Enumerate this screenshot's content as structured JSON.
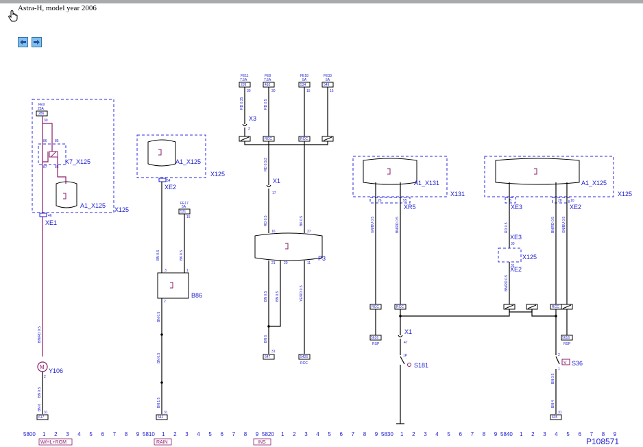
{
  "header": {
    "title": "Astra-H, model year 2006"
  },
  "icons": {
    "hand": "hand-cursor-icon",
    "back": "arrow-left-icon",
    "forward": "arrow-right-icon"
  },
  "diagram_id": "P108571",
  "colors": {
    "wire": "#000000",
    "label": "#1a1ad0",
    "harness": "#2a2ae0",
    "highlight": "#8a1a6a"
  },
  "fuses": [
    {
      "name": "FE9",
      "rating": "25A",
      "code": "286",
      "pin": "30"
    },
    {
      "name": "FE11",
      "rating": "7.5A",
      "code": "209",
      "pin": "30"
    },
    {
      "name": "FE8",
      "rating": "7.5A",
      "code": "410",
      "pin": "30"
    },
    {
      "name": "FE18",
      "rating": "5A",
      "code": "534",
      "pin": "15"
    },
    {
      "name": "FE33",
      "rating": "5A",
      "code": "549",
      "pin": "15"
    },
    {
      "name": "FE17",
      "rating": "5A",
      "code": "531",
      "pin": "15"
    }
  ],
  "components": {
    "k7": "K7_X125",
    "a1_x125": "A1_X125",
    "a1_x131": "A1_X131",
    "x125": "X125",
    "x131": "X131",
    "x3": "X3",
    "x1": "X1",
    "xe1": "XE1",
    "xe2": "XE2",
    "xe3": "XE3",
    "xr5": "XR5",
    "p3": "P3",
    "b86": "B86",
    "y106": "Y106",
    "s181": "S181",
    "s36": "S36"
  },
  "symbols": {
    "motor": "M",
    "valve": "V"
  },
  "grounds": [
    "617",
    "641",
    "647",
    "5426",
    "635"
  ],
  "ground_sub": {
    "s626": "RCC",
    "s616a": "RSP",
    "s616b": "RSP"
  },
  "splices": {
    "s616a": "5616",
    "s616b": "5616"
  },
  "connector_labels": {
    "rcc": "RCC"
  },
  "wire_labels": {
    "w1": "BN/RD 0.5",
    "w2": "BN 0.5",
    "w3": "BN 6",
    "w4": "BN 0.5",
    "w5": "BN 1.5",
    "w6": "RD 0.5",
    "w7": "RD 0.35",
    "w8": "RD 0.5/3",
    "w9": "RD 0.5",
    "w10": "BK 0.5",
    "w11": "BN 0.5",
    "w12": "BN 0.5",
    "w13": "BN 6",
    "w14": "YE/RD 0.5",
    "w15": "GN/BU 0.5",
    "w16": "BN/RD 0.5",
    "w17": "RD 0.5",
    "w18": "BN/RD 0.5",
    "w19": "BN/RD 0.5",
    "w20": "GN/BU 0.5",
    "w21": "BN 0.5",
    "w22": "BN 4",
    "w23": "BK 0.5",
    "w24": "BN 0.5"
  },
  "pins": {
    "p30a": "30",
    "p86": "86",
    "p87": "87",
    "p85": "85",
    "p46": "46",
    "p30b": "30",
    "p30c": "30",
    "p2": "2",
    "p17": "17",
    "p16": "16",
    "p27": "27",
    "p21": "21",
    "p20": "20",
    "p11": "11",
    "p31a": "31",
    "p31b": "31",
    "p31c": "31",
    "p31d": "31",
    "p15a": "15",
    "p15b": "15",
    "p54": "54",
    "p3": "3",
    "p1": "1",
    "p2b": "2",
    "p26": "26",
    "p55": "55",
    "p47": "47",
    "p1p": "1P",
    "p2c": "2",
    "p1c": "1",
    "p8": "8",
    "p28": "28",
    "p10": "10",
    "p30d": "30",
    "p31e": "31",
    "p2d": "2"
  },
  "grid_rows": [
    {
      "label": "5800",
      "nums": [
        "1",
        "2",
        "3",
        "4",
        "5",
        "6",
        "7",
        "8",
        "9"
      ]
    },
    {
      "label": "5810",
      "nums": [
        "1",
        "2",
        "3",
        "4",
        "5",
        "6",
        "7",
        "8",
        "9"
      ]
    },
    {
      "label": "5820",
      "nums": [
        "1",
        "2",
        "3",
        "4",
        "5",
        "6",
        "7",
        "8",
        "9"
      ]
    },
    {
      "label": "5830",
      "nums": [
        "1",
        "2",
        "3",
        "4",
        "5",
        "6",
        "7",
        "8",
        "9"
      ]
    },
    {
      "label": "5840",
      "nums": [
        "1",
        "2",
        "3",
        "4",
        "5",
        "6",
        "7",
        "8",
        "9"
      ]
    }
  ],
  "bottom_tags": {
    "whl": "W/HL+RGM",
    "rain": "RAIN",
    "ins": "INS"
  }
}
